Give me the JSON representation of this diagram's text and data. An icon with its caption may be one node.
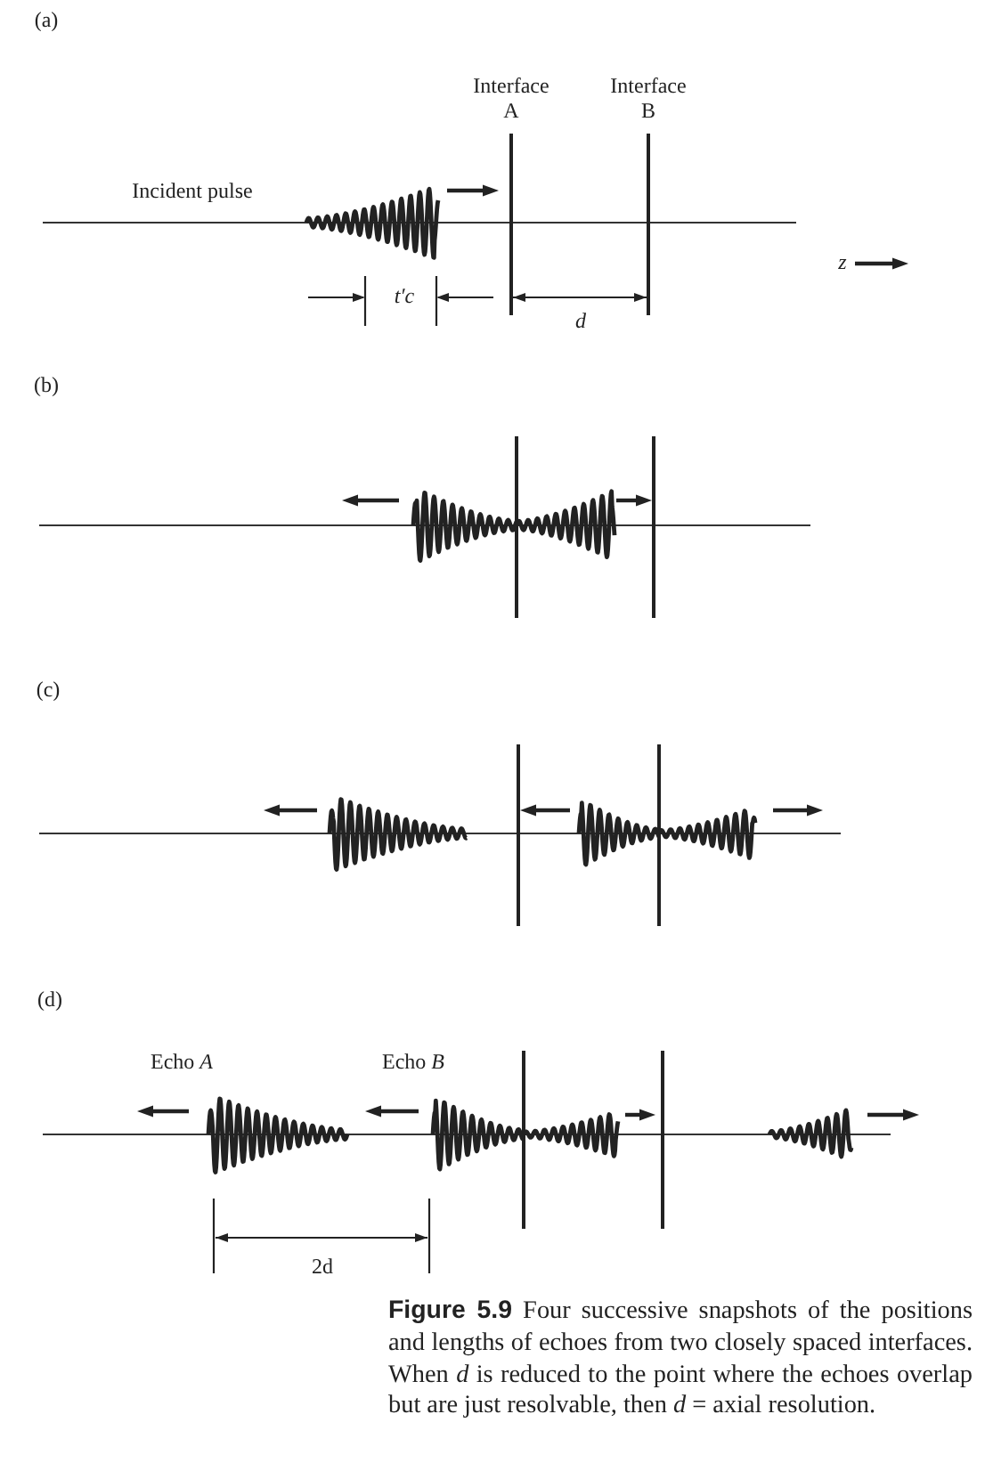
{
  "diagram": {
    "caption": "**Figure 5.9** Four successive snapshots of the positions and lengths of echoes from two closely spaced interfaces. When *d* is reduced to the point where the echoes overlap but are just resolvable, then *d* = axial resolution.",
    "labels": [
      "(a)",
      "Interface A",
      "Interface B",
      "Incident pulse",
      "t′c",
      "d",
      "z",
      "(b)",
      "(c)",
      "(d)",
      "Echo *A*",
      "Echo *B*",
      "2d"
    ]
  }
}
